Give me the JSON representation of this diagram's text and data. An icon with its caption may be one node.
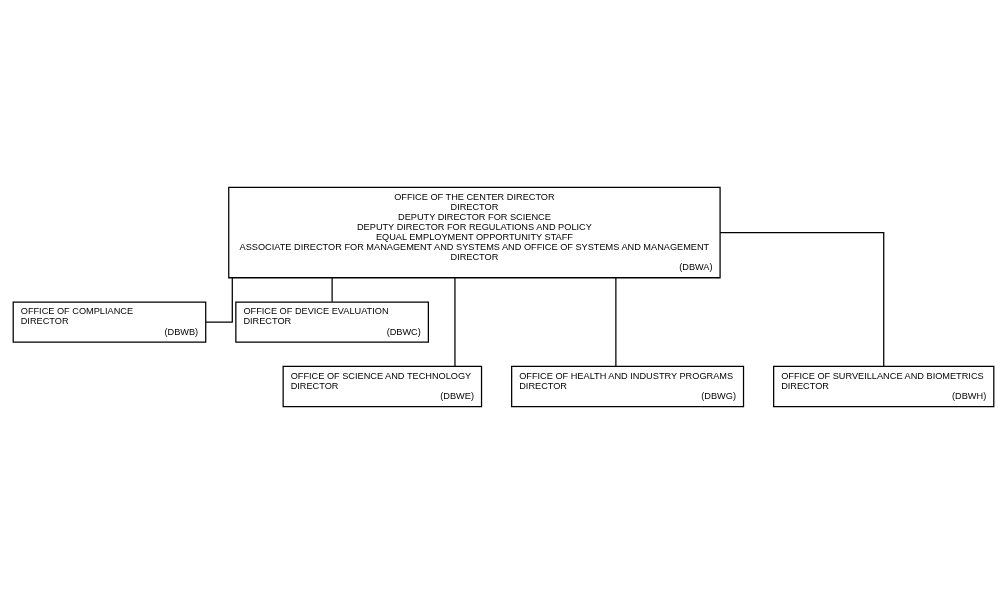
{
  "diagram": {
    "nodes": [
      {
        "text": [
          "OFFICE OF THE CENTER DIRECTOR",
          "DIRECTOR",
          "DEPUTY DIRECTOR FOR SCIENCE",
          "DEPUTY DIRECTOR FOR REGULATIONS AND POLICY",
          "EQUAL EMPLOYMENT OPPORTUNITY STAFF",
          "ASSOCIATE DIRECTOR FOR MANAGEMENT AND SYSTEMS AND OFFICE OF SYSTEMS AND MANAGEMENT",
          "DIRECTOR",
          "(DBWA)"
        ]
      },
      {
        "text": [
          "OFFICE OF COMPLIANCE",
          "DIRECTOR",
          "(DBWB)"
        ]
      },
      {
        "text": [
          "OFFICE OF DEVICE EVALUATION",
          "DIRECTOR",
          "(DBWC)"
        ]
      },
      {
        "text": [
          "OFFICE OF SCIENCE AND TECHNOLOGY",
          "DIRECTOR",
          "(DBWE)"
        ]
      },
      {
        "text": [
          "OFFICE OF HEALTH AND INDUSTRY PROGRAMS",
          "DIRECTOR",
          "(DBWG)"
        ]
      },
      {
        "text": [
          "OFFICE OF SURVEILLANCE AND BIOMETRICS",
          "DIRECTOR",
          "(DBWH)"
        ]
      }
    ],
    "edges": [
      {
        "from": 0,
        "to": 1,
        "arrow": "none"
      },
      {
        "from": 0,
        "to": 2,
        "arrow": "none"
      },
      {
        "from": 0,
        "to": 3,
        "arrow": "none"
      },
      {
        "from": 0,
        "to": 4,
        "arrow": "none"
      },
      {
        "from": 0,
        "to": 5,
        "arrow": "none"
      }
    ]
  }
}
